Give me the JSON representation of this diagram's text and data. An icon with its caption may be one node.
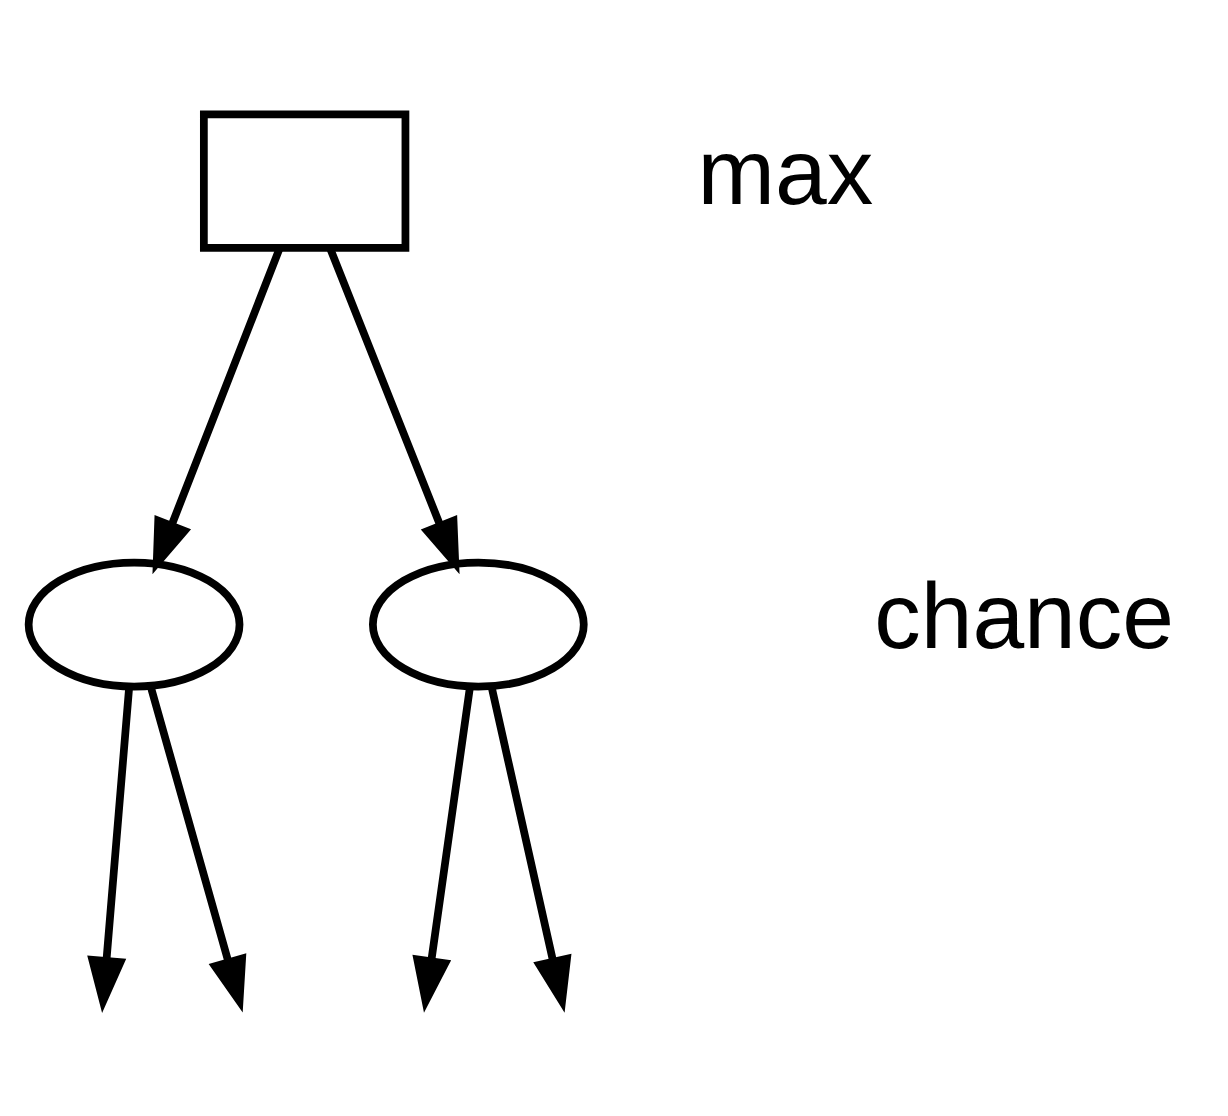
{
  "diagram": {
    "nodes": [
      {
        "text": [],
        "shape": "box"
      },
      {
        "text": [],
        "shape": "ellipse"
      },
      {
        "text": [],
        "shape": "ellipse"
      }
    ],
    "edges": [
      {
        "from": 0,
        "to": 1,
        "arrow": "to"
      },
      {
        "from": 0,
        "to": 2,
        "arrow": "to"
      },
      {
        "from": 1,
        "to": null,
        "arrow": "to"
      },
      {
        "from": 1,
        "to": null,
        "arrow": "to"
      },
      {
        "from": 2,
        "to": null,
        "arrow": "to"
      },
      {
        "from": 2,
        "to": null,
        "arrow": "to"
      }
    ],
    "labels": [
      "max",
      "chance"
    ]
  }
}
